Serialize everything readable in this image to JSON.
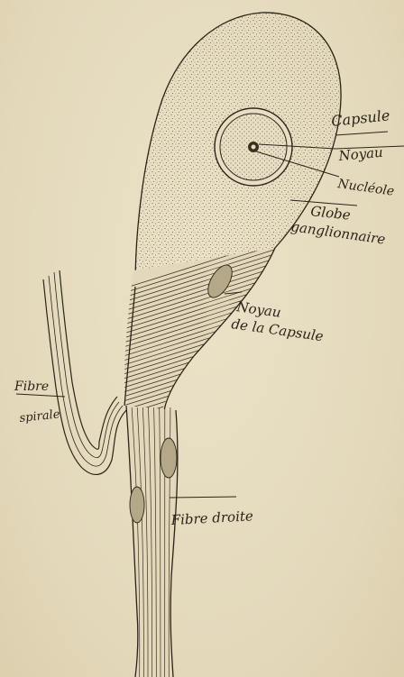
{
  "figure": {
    "labels": {
      "capsule": "Capsule",
      "noyau": "Noyau",
      "nucleole": "Nucléole",
      "globe_line1": "Globe",
      "globe_line2": "ganglionnaire",
      "noyau_capsule_line1": "Noyau",
      "noyau_capsule_line2": "de la Capsule",
      "fibre_spirale_line1": "Fibre",
      "fibre_spirale_line2": "spirale",
      "fibre_droite": "Fibre droite"
    },
    "colors": {
      "ink": "#2a2418",
      "paper": "#e6dcc0"
    }
  }
}
